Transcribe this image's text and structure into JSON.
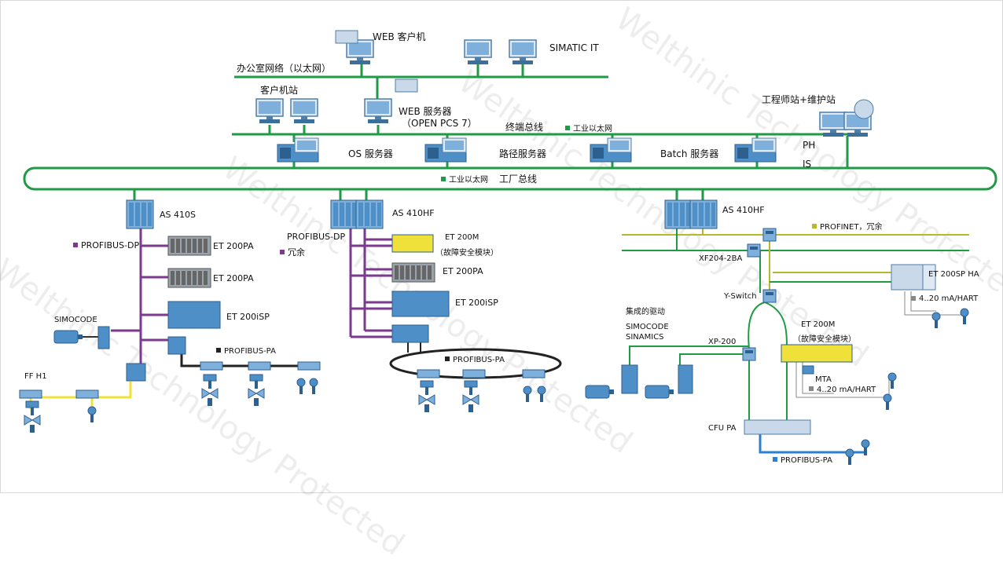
{
  "colors": {
    "ethernet": "#1f9a45",
    "profibus_dp": "#7b3a8f",
    "profinet": "#b7b82a",
    "ff": "#f0e03a",
    "profibus_pa": "#222222",
    "pa_blue": "#2d7fd1",
    "device": "#4d8fc6"
  },
  "labels": {
    "web_client": "WEB 客户机",
    "simatic_it": "SIMATIC  IT",
    "office_net": "办公室网络（以太网）",
    "client_station": "客户机站",
    "web_server_1": "WEB 服务器",
    "web_server_2": "（OPEN PCS 7）",
    "terminal_bus": "终端总线",
    "industrial_eth_1": "工业以太网",
    "os_server": "OS 服务器",
    "route_server": "路径服务器",
    "batch_server": "Batch 服务器",
    "ph": "PH",
    "is": "IS",
    "eng_station": "工程师站+维护站",
    "industrial_eth_2": "工业以太网",
    "plant_bus": "工厂总线",
    "as410s": "AS 410S",
    "as410hf_1": "AS 410HF",
    "as410hf_2": "AS 410HF",
    "profibus_dp_1": "PROFIBUS-DP",
    "profibus_dp_2a": "PROFIBUS-DP",
    "profibus_dp_2b": "冗余",
    "et200pa_1": "ET 200PA",
    "et200pa_2": "ET 200PA",
    "et200isp_1": "ET 200iSP",
    "simocode_1": "SIMOCODE",
    "profibus_pa_1": "PROFIBUS-PA",
    "ff_h1": "FF H1",
    "et200m_1a": "ET 200M",
    "et200m_1b": "（故障安全模块）",
    "et200pa_3": "ET 200PA",
    "et200isp_2": "ET 200iSP",
    "profibus_pa_2": "PROFIBUS-PA",
    "profinet": "PROFINET，冗余",
    "xf204": "XF204-2BA",
    "et200sp_ha": "ET 200SP HA",
    "y_switch": "Y-Switch",
    "hart_1": "4..20 mA/HART",
    "integrated_drive": "集成的驱动",
    "simocode_2": "SIMOCODE",
    "sinamics": "SINAMICS",
    "xp200": "XP-200",
    "et200m_2a": "ET 200M",
    "et200m_2b": "（故障安全模块）",
    "mta": "MTA",
    "hart_2": "4..20 mA/HART",
    "cfu_pa": "CFU  PA",
    "profibus_pa_3": "PROFIBUS-PA"
  },
  "watermark": "Welthinic Technology Protected",
  "icons": {
    "pc": "pc-monitor-icon",
    "server": "server-tower-icon",
    "controller": "controller-rack-icon",
    "io": "io-station-icon",
    "valve": "valve-icon",
    "transmitter": "transmitter-icon",
    "motor": "motor-icon",
    "switch": "network-switch-icon"
  }
}
